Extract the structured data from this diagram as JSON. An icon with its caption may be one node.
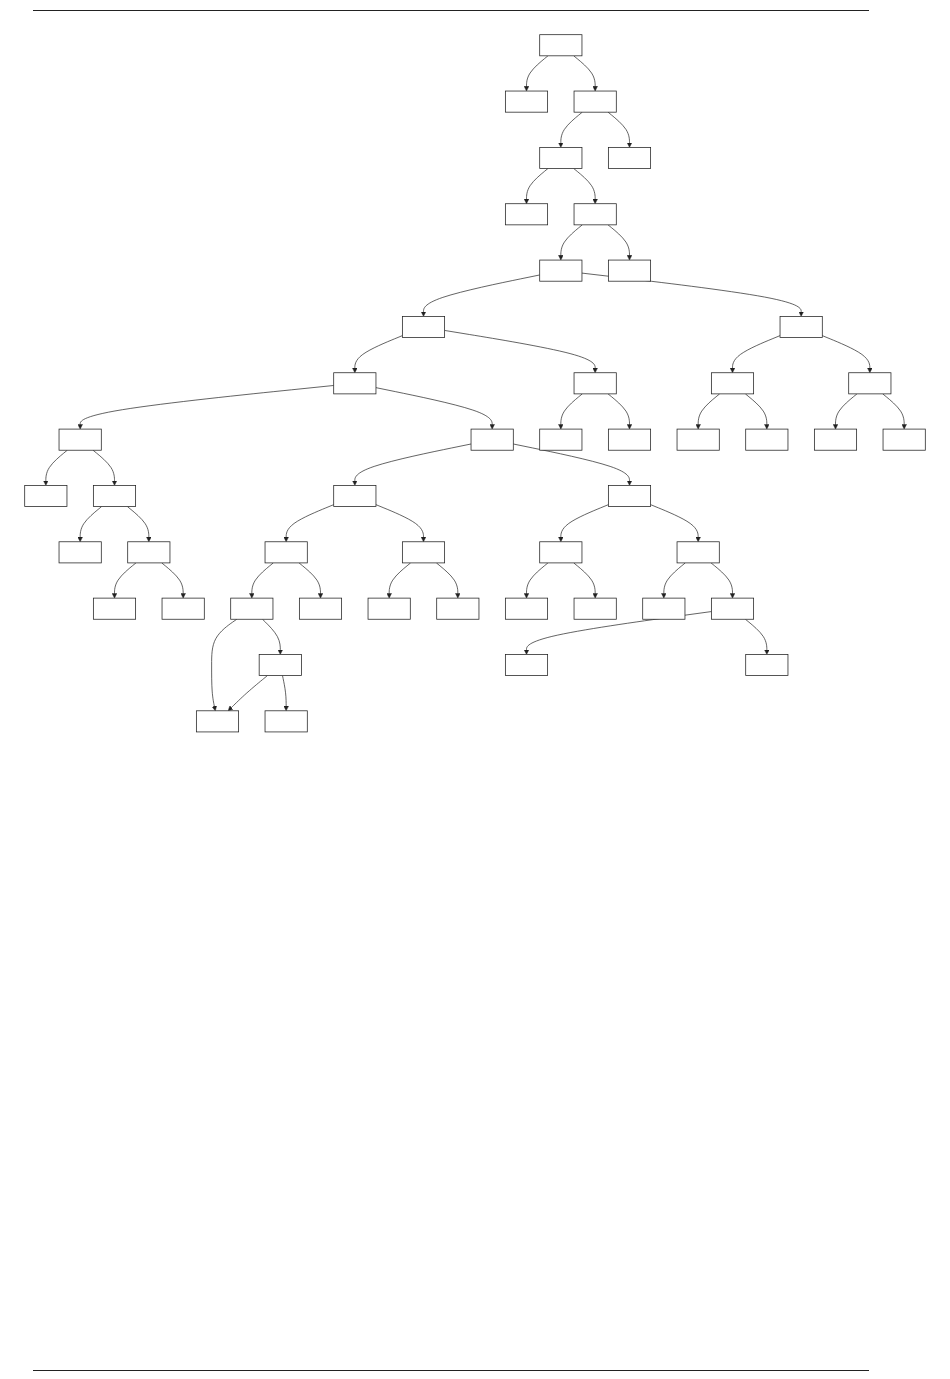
{
  "diagram": {
    "nodes": [
      {
        "text": [],
        "shape": "box"
      },
      {
        "text": [],
        "shape": "box"
      },
      {
        "text": [],
        "shape": "box"
      },
      {
        "text": [],
        "shape": "box"
      },
      {
        "text": [],
        "shape": "box"
      },
      {
        "text": [],
        "shape": "box"
      },
      {
        "text": [],
        "shape": "box"
      },
      {
        "text": [],
        "shape": "box"
      },
      {
        "text": [],
        "shape": "box"
      },
      {
        "text": [],
        "shape": "box"
      },
      {
        "text": [],
        "shape": "box"
      },
      {
        "text": [],
        "shape": "box"
      },
      {
        "text": [],
        "shape": "box"
      },
      {
        "text": [],
        "shape": "box"
      },
      {
        "text": [],
        "shape": "box"
      },
      {
        "text": [],
        "shape": "box"
      },
      {
        "text": [],
        "shape": "box"
      },
      {
        "text": [],
        "shape": "box"
      },
      {
        "text": [],
        "shape": "box"
      },
      {
        "text": [],
        "shape": "box"
      },
      {
        "text": [],
        "shape": "box"
      },
      {
        "text": [],
        "shape": "box"
      },
      {
        "text": [],
        "shape": "box"
      },
      {
        "text": [],
        "shape": "box"
      },
      {
        "text": [],
        "shape": "box"
      },
      {
        "text": [],
        "shape": "box"
      },
      {
        "text": [],
        "shape": "box"
      },
      {
        "text": [],
        "shape": "box"
      },
      {
        "text": [],
        "shape": "box"
      },
      {
        "text": [],
        "shape": "box"
      },
      {
        "text": [],
        "shape": "box"
      },
      {
        "text": [],
        "shape": "box"
      },
      {
        "text": [],
        "shape": "box"
      },
      {
        "text": [],
        "shape": "box"
      },
      {
        "text": [],
        "shape": "box"
      },
      {
        "text": [],
        "shape": "box"
      },
      {
        "text": [],
        "shape": "box"
      },
      {
        "text": [],
        "shape": "box"
      },
      {
        "text": [],
        "shape": "box"
      },
      {
        "text": [],
        "shape": "box"
      },
      {
        "text": [],
        "shape": "box"
      },
      {
        "text": [],
        "shape": "box"
      },
      {
        "text": [],
        "shape": "box"
      },
      {
        "text": [],
        "shape": "box"
      },
      {
        "text": [],
        "shape": "box"
      },
      {
        "text": [],
        "shape": "box"
      },
      {
        "text": [],
        "shape": "box"
      },
      {
        "text": [],
        "shape": "box"
      }
    ],
    "edges": [
      {
        "from": 0,
        "to": 1,
        "arrow": "to"
      },
      {
        "from": 0,
        "to": 4,
        "arrow": "to"
      },
      {
        "from": 4,
        "to": 5,
        "arrow": "to"
      },
      {
        "from": 4,
        "to": 8,
        "arrow": "to"
      },
      {
        "from": 5,
        "to": 6,
        "arrow": "to"
      },
      {
        "from": 5,
        "to": 14,
        "arrow": "to"
      },
      {
        "from": 14,
        "to": 9,
        "arrow": "to"
      },
      {
        "from": 9,
        "to": 2,
        "arrow": "to"
      },
      {
        "from": 2,
        "to": 3,
        "arrow": "to"
      },
      {
        "from": 2,
        "to": 7,
        "arrow": "to"
      },
      {
        "from": 3,
        "to": 12,
        "arrow": "to"
      },
      {
        "from": 3,
        "to": 29,
        "arrow": "to"
      },
      {
        "from": 7,
        "to": 11,
        "arrow": "to"
      },
      {
        "from": 7,
        "to": 17,
        "arrow": "to"
      },
      {
        "from": 9,
        "to": 15,
        "arrow": "to"
      },
      {
        "from": 12,
        "to": 13,
        "arrow": "to"
      },
      {
        "from": 12,
        "to": 18,
        "arrow": "to"
      },
      {
        "from": 14,
        "to": 20,
        "arrow": "to"
      },
      {
        "from": 15,
        "to": 16,
        "arrow": "to"
      },
      {
        "from": 16,
        "to": 10,
        "arrow": "to"
      },
      {
        "from": 16,
        "to": 22,
        "arrow": "to"
      },
      {
        "from": 15,
        "to": 21,
        "arrow": "to"
      },
      {
        "from": 18,
        "to": 19,
        "arrow": "to"
      },
      {
        "from": 18,
        "to": 23,
        "arrow": "to"
      },
      {
        "from": 21,
        "to": 25,
        "arrow": "to"
      },
      {
        "from": 21,
        "to": 26,
        "arrow": "to"
      },
      {
        "from": 23,
        "to": 24,
        "arrow": "to"
      },
      {
        "from": 23,
        "to": 27,
        "arrow": "to"
      },
      {
        "from": 29,
        "to": 30,
        "arrow": "to"
      },
      {
        "from": 30,
        "to": 31,
        "arrow": "to"
      },
      {
        "from": 31,
        "to": 32,
        "arrow": "to"
      },
      {
        "from": 32,
        "to": 33,
        "arrow": "to"
      },
      {
        "from": 31,
        "to": 35,
        "arrow": "to"
      },
      {
        "from": 34,
        "to": 28,
        "arrow": "to"
      },
      {
        "from": 37,
        "to": 34,
        "arrow": "to"
      },
      {
        "from": 34,
        "to": 36,
        "arrow": "to"
      },
      {
        "from": 29,
        "to": 37,
        "arrow": "to"
      },
      {
        "from": 30,
        "to": 38,
        "arrow": "to"
      },
      {
        "from": 32,
        "to": 39,
        "arrow": "to"
      },
      {
        "from": 39,
        "to": 33,
        "arrow": "to"
      },
      {
        "from": 39,
        "to": 43,
        "arrow": "to"
      },
      {
        "from": 37,
        "to": 41,
        "arrow": "to"
      },
      {
        "from": 38,
        "to": 42,
        "arrow": "to"
      },
      {
        "from": 38,
        "to": 46,
        "arrow": "to"
      },
      {
        "from": 41,
        "to": 40,
        "arrow": "to"
      },
      {
        "from": 41,
        "to": 45,
        "arrow": "to"
      },
      {
        "from": 45,
        "to": 44,
        "arrow": "to"
      },
      {
        "from": 45,
        "to": 47,
        "arrow": "to"
      }
    ]
  }
}
